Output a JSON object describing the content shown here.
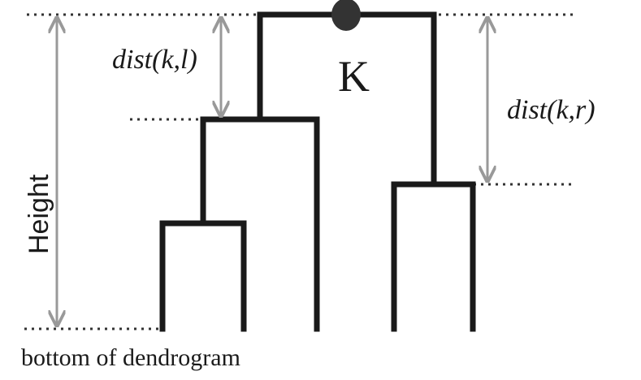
{
  "labels": {
    "dist_left": "dist(k,l)",
    "node": "K",
    "dist_right": "dist(k,r)",
    "height": "Height",
    "bottom": "bottom of dendrogram"
  },
  "colors": {
    "tree": "#1a1a1a",
    "guide": "#333333",
    "arrow": "#999999",
    "node": "#333333"
  }
}
